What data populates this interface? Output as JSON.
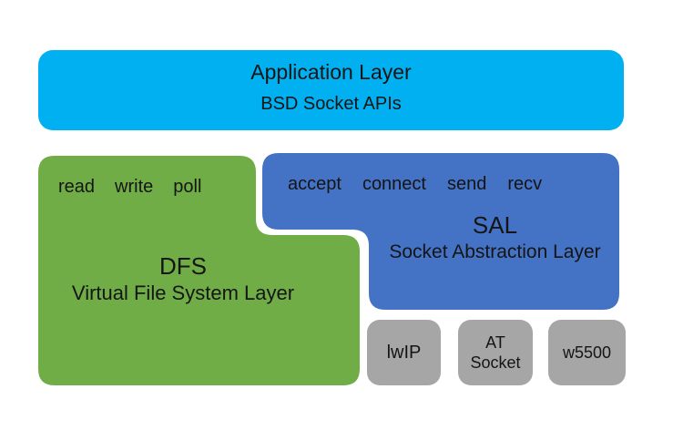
{
  "colors": {
    "application_layer": "#00B0F0",
    "dfs_shape": "#70AD47",
    "sal_shape": "#4472C4",
    "stack_boxes": "#A6A6A6",
    "text": "#151515",
    "background": "#FFFFFF"
  },
  "application_layer": {
    "title": "Application Layer",
    "subtitle": "BSD Socket APIs"
  },
  "dfs": {
    "operations": [
      "read",
      "write",
      "poll"
    ],
    "abbr": "DFS",
    "name": "Virtual File System Layer"
  },
  "sal": {
    "operations": [
      "accept",
      "connect",
      "send",
      "recv"
    ],
    "abbr": "SAL",
    "name": "Socket Abstraction Layer"
  },
  "protocol_stacks": [
    {
      "label": "lwIP"
    },
    {
      "label": "AT\nSocket"
    },
    {
      "label": "w5500"
    }
  ]
}
